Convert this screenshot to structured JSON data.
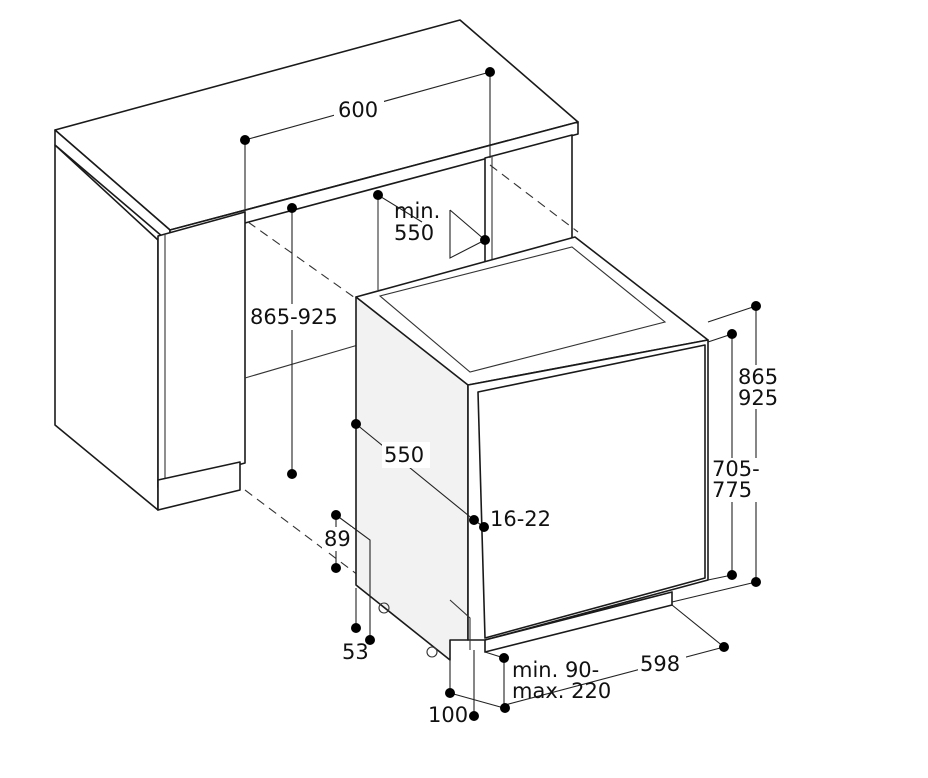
{
  "labels": {
    "width_top": "600",
    "min_width_line1": "min.",
    "min_width_line2": "550",
    "height_cabinet": "865-925",
    "depth": "550",
    "panel": "16-22",
    "height_total_1": "865",
    "height_total_2": "925",
    "height_door_1": "705-",
    "height_door_2": "775",
    "foot_height": "89",
    "foot_offset": "53",
    "plinth_1": "min. 90-",
    "plinth_2": "max. 220",
    "plinth_depth": "100",
    "appliance_width": "598"
  },
  "colors": {
    "line": "#1a1a1a",
    "dot": "#000000",
    "side_shade": "#f2f2f2"
  }
}
